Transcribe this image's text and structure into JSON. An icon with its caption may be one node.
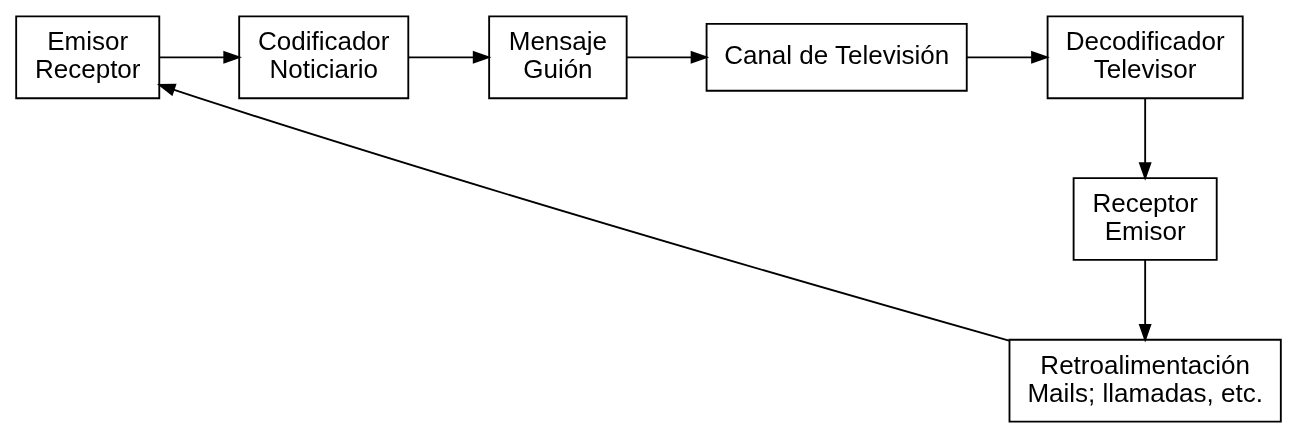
{
  "diagram": {
    "nodes": [
      {
        "text": [
          "Emisor",
          "Receptor"
        ]
      },
      {
        "text": [
          "Codificador",
          "Noticiario"
        ]
      },
      {
        "text": [
          "Mensaje",
          "Guión"
        ]
      },
      {
        "text": [
          "Canal de Televisión"
        ]
      },
      {
        "text": [
          "Decodificador",
          "Televisor"
        ]
      },
      {
        "text": [
          "Receptor",
          "Emisor"
        ]
      },
      {
        "text": [
          "Retroalimentación",
          "Mails; llamadas, etc."
        ]
      }
    ],
    "edges": [
      {
        "from": 0,
        "to": 1,
        "arrow": "to"
      },
      {
        "from": 1,
        "to": 2,
        "arrow": "to"
      },
      {
        "from": 2,
        "to": 3,
        "arrow": "to"
      },
      {
        "from": 3,
        "to": 4,
        "arrow": "to"
      },
      {
        "from": 4,
        "to": 5,
        "arrow": "to"
      },
      {
        "from": 5,
        "to": 6,
        "arrow": "to"
      },
      {
        "from": 6,
        "to": 0,
        "arrow": "to"
      }
    ]
  }
}
